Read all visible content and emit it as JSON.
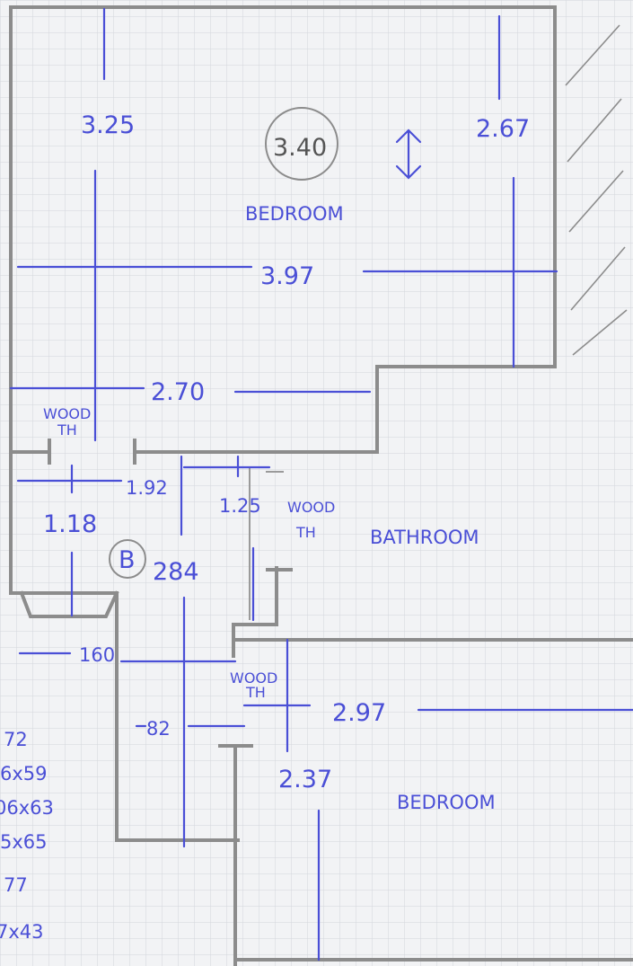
{
  "rooms": {
    "bedroom_top": "BEDROOM",
    "bathroom": "BATHROOM",
    "bedroom_bottom": "BEDROOM"
  },
  "dimensions": {
    "d_325": "3.25",
    "d_340": "3.40",
    "d_267": "2.67",
    "d_397": "3.97",
    "d_270": "2.70",
    "d_192": "1.92",
    "d_125": "1.25",
    "d_118": "1.18",
    "d_284": "284",
    "d_160": "160",
    "d_82": "82",
    "d_297": "2.97",
    "d_237": "2.37"
  },
  "labels": {
    "wood_1": "WOOD",
    "th_1": "TH",
    "wood_2": "WOOD",
    "th_2": "TH",
    "wood_3": "WOOD",
    "th_3": "TH",
    "marker_b": "B"
  },
  "side_notes": [
    "72",
    "6x59",
    "06x63",
    "5x65",
    "77",
    "7x43"
  ],
  "colors": {
    "ink": "#4a4fd6",
    "pencil": "#8c8c8c",
    "paper": "#f2f3f5",
    "grid": "#d3d6dc"
  }
}
